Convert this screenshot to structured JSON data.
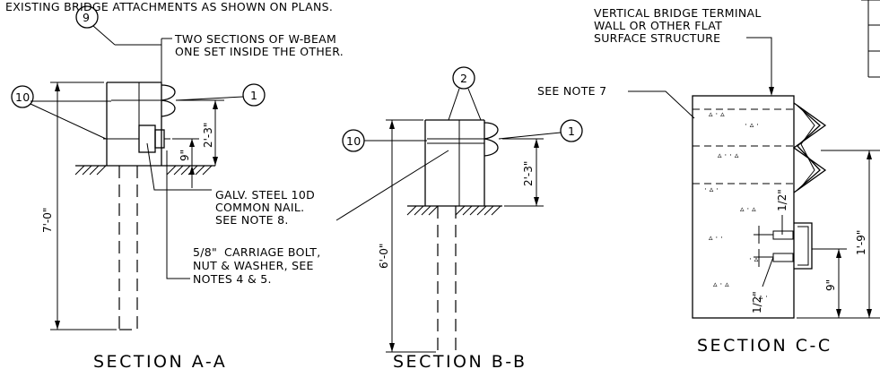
{
  "header_note": "EXISTING BRIDGE ATTACHMENTS AS SHOWN ON PLANS.",
  "section_aa": {
    "title": "SECTION A-A",
    "callout_9": "9",
    "callout_10": "10",
    "callout_1": "1",
    "note_wbeam_line1": "TWO SECTIONS OF W-BEAM",
    "note_wbeam_line2": "ONE SET INSIDE THE OTHER.",
    "dim_2_3": "2'-3\"",
    "dim_9": "9\"",
    "dim_7_0": "7'-0\"",
    "note_nail_line1": "GALV. STEEL 10D",
    "note_nail_line2": "COMMON NAIL.",
    "note_nail_line3": "SEE NOTE 8.",
    "note_bolt_frac": "5/8\"",
    "note_bolt_line1": "CARRIAGE BOLT,",
    "note_bolt_line2": "NUT & WASHER, SEE",
    "note_bolt_line3": "NOTES 4 & 5."
  },
  "section_bb": {
    "title": "SECTION B-B",
    "callout_2": "2",
    "callout_10": "10",
    "callout_1": "1",
    "dim_2_3": "2'-3\"",
    "dim_6_0": "6'-0\""
  },
  "section_cc": {
    "title": "SECTION C-C",
    "note_wall_line1": "VERTICAL BRIDGE TERMINAL",
    "note_wall_line2": "WALL OR OTHER FLAT",
    "note_wall_line3": "SURFACE STRUCTURE",
    "see_note_7": "SEE NOTE 7",
    "dim_half_top": "1/2\"",
    "dim_half_bottom": "1/2\"",
    "dim_9": "9\"",
    "dim_1_9": "1'-9\""
  }
}
